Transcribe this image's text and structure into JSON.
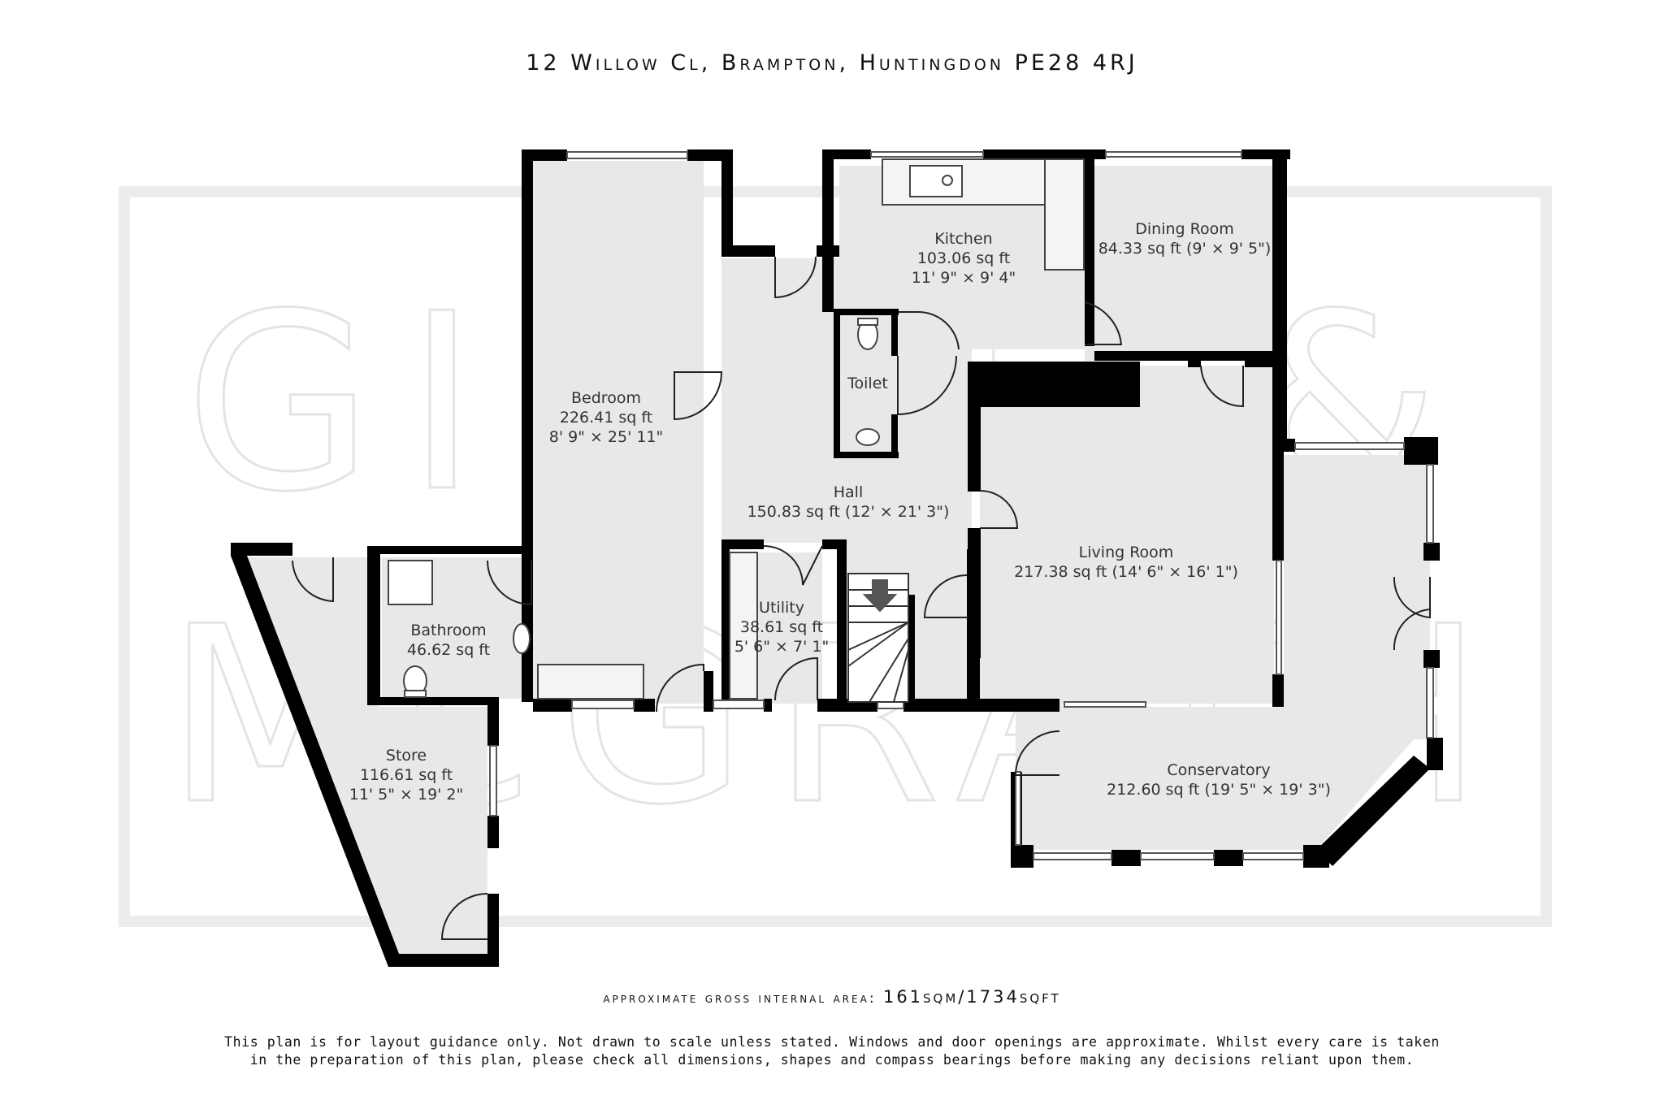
{
  "title": "12 Willow Cl, Brampton, Huntingdon PE28 4RJ",
  "watermark": {
    "line1": "GIGGS &",
    "line2": "McGRATH"
  },
  "rooms": [
    {
      "name": "Kitchen",
      "area": "103.06 sq ft",
      "dims": "11' 9\" × 9' 4\""
    },
    {
      "name": "Dining Room",
      "area": "84.33 sq ft (9' × 9' 5\")",
      "dims": ""
    },
    {
      "name": "Bedroom",
      "area": "226.41 sq ft",
      "dims": "8' 9\" × 25' 11\""
    },
    {
      "name": "Toilet",
      "area": "",
      "dims": ""
    },
    {
      "name": "Hall",
      "area": "150.83 sq ft (12' × 21' 3\")",
      "dims": ""
    },
    {
      "name": "Living Room",
      "area": "217.38 sq ft (14' 6\" × 16' 1\")",
      "dims": ""
    },
    {
      "name": "Utility",
      "area": "38.61 sq ft",
      "dims": "5' 6\" × 7' 1\""
    },
    {
      "name": "Bathroom",
      "area": "46.62 sq ft",
      "dims": ""
    },
    {
      "name": "Store",
      "area": "116.61 sq ft",
      "dims": "11' 5\" × 19' 2\""
    },
    {
      "name": "Conservatory",
      "area": "212.60 sq ft (19' 5\" × 19' 3\")",
      "dims": ""
    }
  ],
  "gross_area": {
    "label": "approximate gross internal area:",
    "value": "161sqm/1734sqft"
  },
  "disclaimer": {
    "line1": "This plan is for layout guidance only. Not drawn to scale unless stated. Windows and door openings are approximate. Whilst every care is taken",
    "line2": "in the preparation of this plan, please check all dimensions, shapes and compass bearings before making any decisions reliant upon them."
  },
  "colors": {
    "wall": "#000000",
    "floor": "#e8e8e8",
    "watermark": "#e4e4e4"
  }
}
